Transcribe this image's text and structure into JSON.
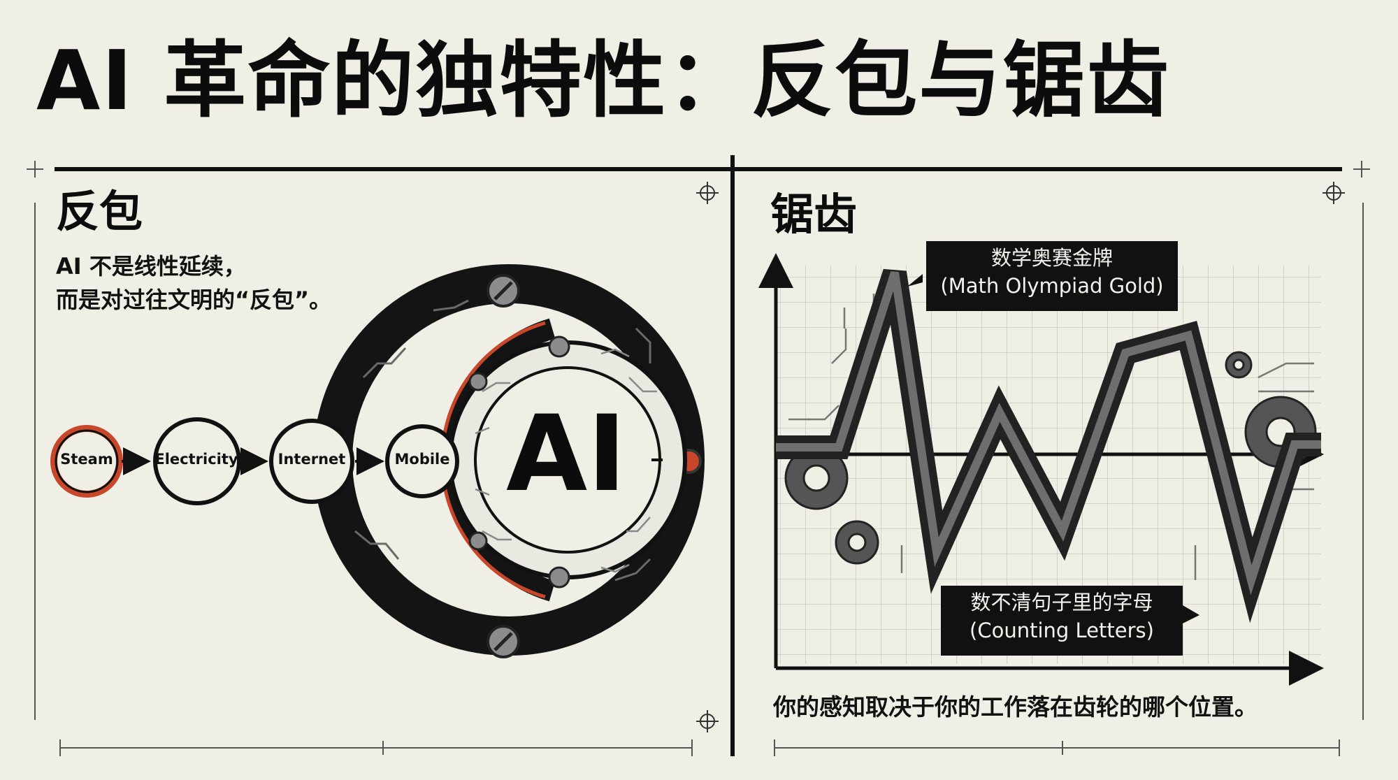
{
  "title": "AI 革命的独特性：反包与锯齿",
  "left_panel": {
    "title": "反包",
    "subtitle_line1": "AI 不是线性延续，",
    "subtitle_line2": "而是对过往文明的“反包”。",
    "nodes": [
      "Steam",
      "Electricity",
      "Internet",
      "Mobile"
    ],
    "center_label": "AI"
  },
  "right_panel": {
    "title": "锯齿",
    "callout_top_cn": "数学奥赛金牌",
    "callout_top_en": "(Math Olympiad Gold)",
    "callout_bottom_cn": "数不清句子里的字母",
    "callout_bottom_en": "(Counting Letters)",
    "caption": "你的感知取决于你的工作落在齿轮的哪个位置。"
  },
  "colors": {
    "background": "#efefe6",
    "ink": "#111111",
    "accent": "#c8462a",
    "grid": "#c9c9c0"
  }
}
